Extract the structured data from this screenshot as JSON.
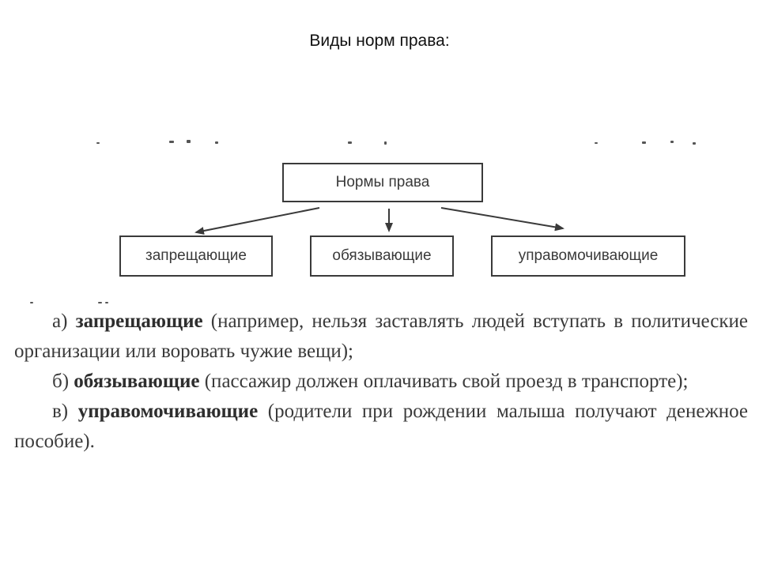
{
  "slide": {
    "title": "Виды норм права:"
  },
  "diagram": {
    "root": "Нормы права",
    "children": [
      "запрещающие",
      "обязывающие",
      "управомочивающие"
    ]
  },
  "definitions": [
    {
      "marker": "а)",
      "term": "запрещающие",
      "text": "(например, нельзя заставлять людей вступать в политические организации или воровать чужие вещи);"
    },
    {
      "marker": "б)",
      "term": "обязывающие",
      "text": "(пассажир должен оплачивать свой проезд в транспорте);"
    },
    {
      "marker": "в)",
      "term": "управомочивающие",
      "text": "(родители при рождении малыша получают денежное пособие)."
    }
  ]
}
